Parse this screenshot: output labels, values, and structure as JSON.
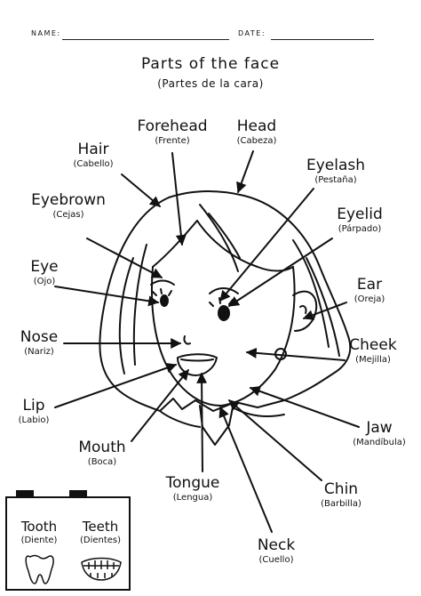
{
  "header": {
    "name_label": "NAME:",
    "date_label": "DATE:"
  },
  "title": "Parts of the face",
  "subtitle": "(Partes de la cara)",
  "labels": {
    "forehead": {
      "en": "Forehead",
      "es": "(Frente)"
    },
    "head": {
      "en": "Head",
      "es": "(Cabeza)"
    },
    "hair": {
      "en": "Hair",
      "es": "(Cabello)"
    },
    "eyelash": {
      "en": "Eyelash",
      "es": "(Pestaña)"
    },
    "eyebrown": {
      "en": "Eyebrown",
      "es": "(Cejas)"
    },
    "eyelid": {
      "en": "Eyelid",
      "es": "(Párpado)"
    },
    "eye": {
      "en": "Eye",
      "es": "(Ojo)"
    },
    "ear": {
      "en": "Ear",
      "es": "(Oreja)"
    },
    "nose": {
      "en": "Nose",
      "es": "(Nariz)"
    },
    "cheek": {
      "en": "Cheek",
      "es": "(Mejilla)"
    },
    "lip": {
      "en": "Lip",
      "es": "(Labio)"
    },
    "jaw": {
      "en": "Jaw",
      "es": "(Mandíbula)"
    },
    "mouth": {
      "en": "Mouth",
      "es": "(Boca)"
    },
    "tongue": {
      "en": "Tongue",
      "es": "(Lengua)"
    },
    "chin": {
      "en": "Chin",
      "es": "(Barbilla)"
    },
    "neck": {
      "en": "Neck",
      "es": "(Cuello)"
    }
  },
  "box": {
    "tooth": {
      "en": "Tooth",
      "es": "(Diente)"
    },
    "teeth": {
      "en": "Teeth",
      "es": "(Dientes)"
    }
  }
}
